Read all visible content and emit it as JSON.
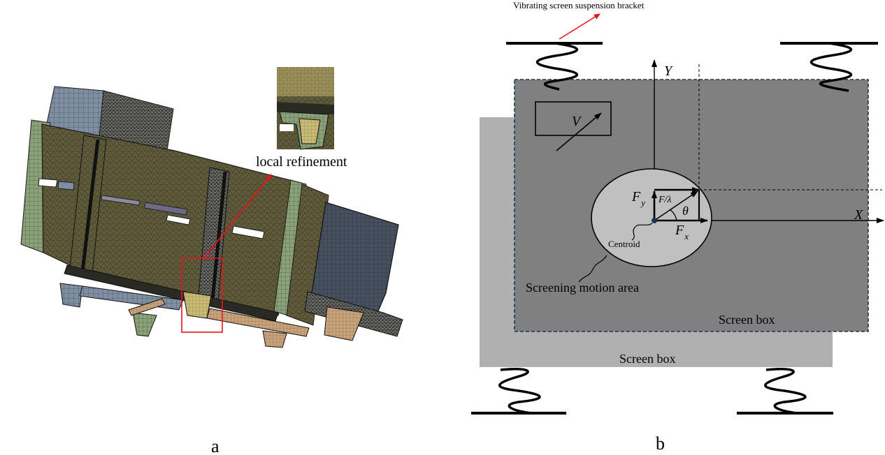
{
  "panel_a": {
    "label": "a",
    "callout_label": "local refinement"
  },
  "panel_b": {
    "label": "b",
    "bracket_label": "Vibrating screen suspension bracket",
    "axis_y": "Y",
    "axis_x": "X",
    "vector_v": "V",
    "force_y": "F",
    "force_y_sub": "y",
    "force_x": "F",
    "force_x_sub": "x",
    "force_ratio": "F/λ",
    "angle": "θ",
    "centroid": "Centroid",
    "motion_area": "Screening motion area",
    "screen_box_front": "Screen box",
    "screen_box_back": "Screen box"
  },
  "colors": {
    "mesh_olive": "#5e5a3a",
    "mesh_steel": "#4a5566",
    "mesh_blue_grey": "#7f8fa3",
    "box_front": "#808080",
    "box_back": "#b0b0b0",
    "motion_area": "#c0c0c0",
    "callout_red": "#e8141c"
  }
}
